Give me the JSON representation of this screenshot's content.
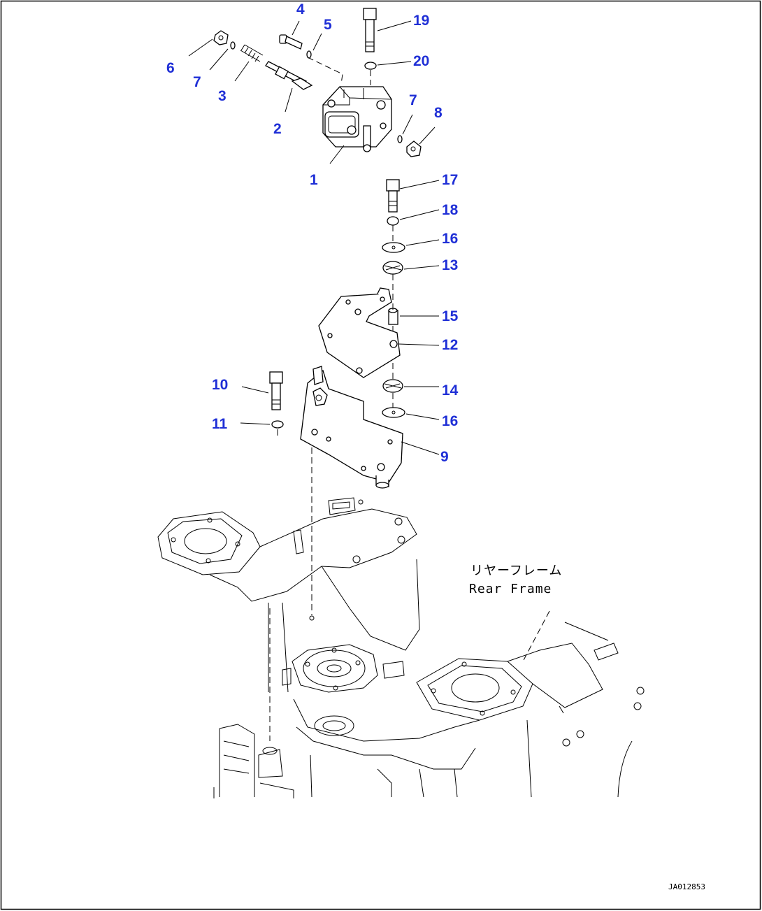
{
  "callouts": [
    {
      "id": "1",
      "label": "1"
    },
    {
      "id": "2",
      "label": "2"
    },
    {
      "id": "3",
      "label": "3"
    },
    {
      "id": "4",
      "label": "4"
    },
    {
      "id": "5",
      "label": "5"
    },
    {
      "id": "6",
      "label": "6"
    },
    {
      "id": "7a",
      "label": "7"
    },
    {
      "id": "7b",
      "label": "7"
    },
    {
      "id": "8",
      "label": "8"
    },
    {
      "id": "9",
      "label": "9"
    },
    {
      "id": "10",
      "label": "10"
    },
    {
      "id": "11",
      "label": "11"
    },
    {
      "id": "12",
      "label": "12"
    },
    {
      "id": "13",
      "label": "13"
    },
    {
      "id": "14",
      "label": "14"
    },
    {
      "id": "15",
      "label": "15"
    },
    {
      "id": "16a",
      "label": "16"
    },
    {
      "id": "16b",
      "label": "16"
    },
    {
      "id": "17",
      "label": "17"
    },
    {
      "id": "18",
      "label": "18"
    },
    {
      "id": "19",
      "label": "19"
    },
    {
      "id": "20",
      "label": "20"
    }
  ],
  "frame_label": {
    "japanese": "リヤーフレーム",
    "english": "Rear Frame"
  },
  "drawing_code": "JA012853"
}
